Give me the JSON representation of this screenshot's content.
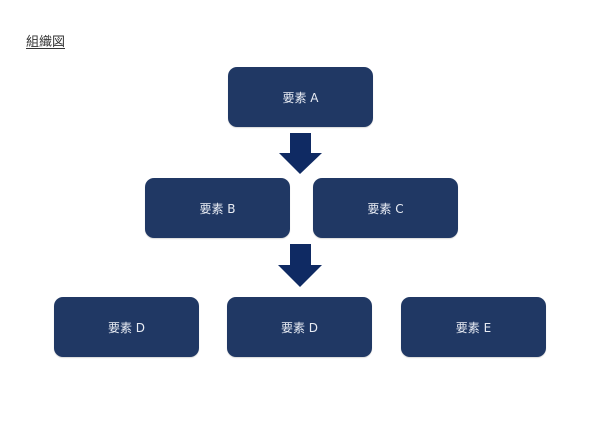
{
  "title": "組織図",
  "colors": {
    "node": "#203864",
    "arrow": "#0f2a63"
  },
  "nodes": {
    "a": "要素 A",
    "b": "要素 B",
    "c": "要素 C",
    "d1": "要素 D",
    "d2": "要素 D",
    "e": "要素 E"
  },
  "arrow_icon": "arrow-down-icon"
}
